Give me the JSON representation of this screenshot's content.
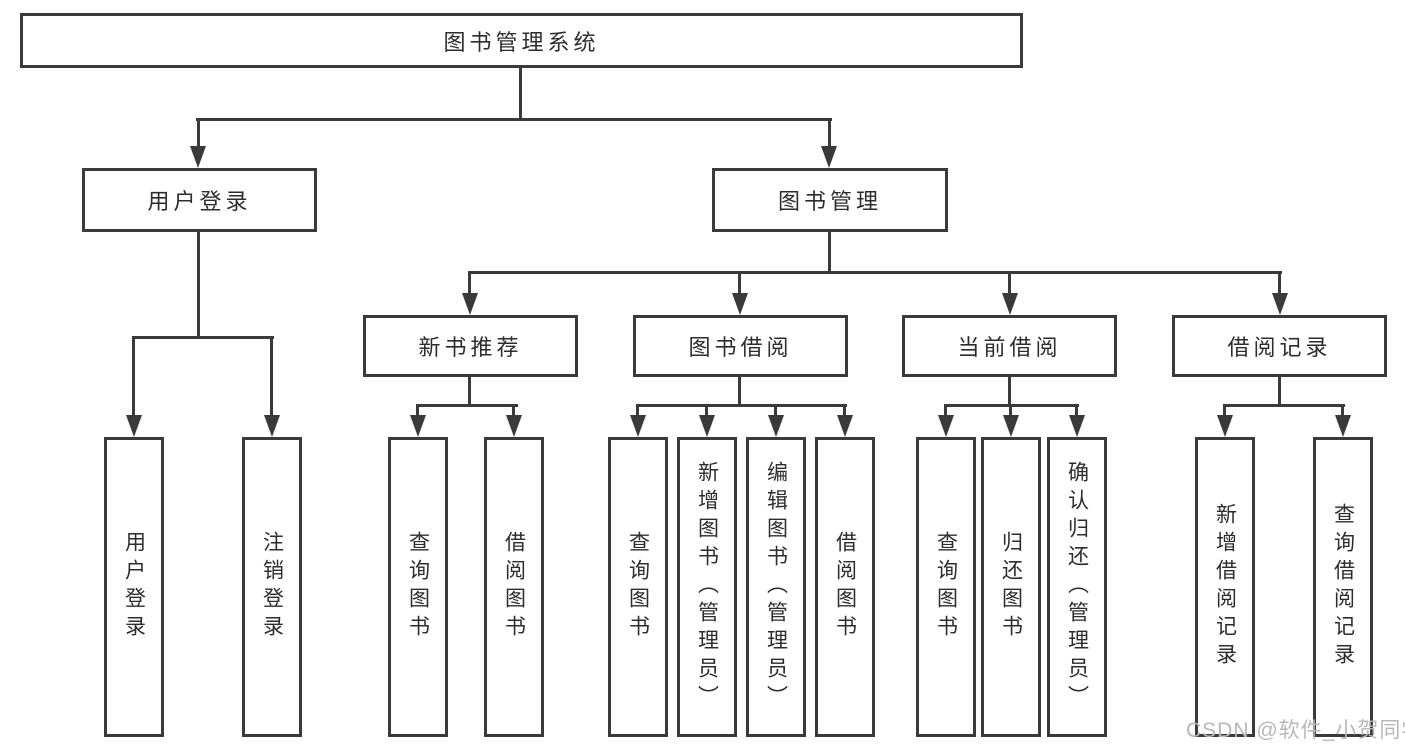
{
  "diagram": {
    "type": "hierarchy-flowchart",
    "background": "#ffffff",
    "line_color": "#3a3a3a",
    "text_color": "#2d2d2d",
    "watermark": {
      "text": "CSDN @软件_小贺同学",
      "color": "#b8b8b8"
    },
    "tree": {
      "root": {
        "label": "图书管理系统"
      },
      "branches": [
        {
          "label": "用户登录",
          "leaves": [
            "用户登录",
            "注销登录"
          ]
        },
        {
          "label": "图书管理",
          "groups": [
            {
              "label": "新书推荐",
              "leaves": [
                "查询图书",
                "借阅图书"
              ]
            },
            {
              "label": "图书借阅",
              "leaves": [
                "查询图书",
                "新增图书（管理员）",
                "编辑图书（管理员）",
                "借阅图书"
              ]
            },
            {
              "label": "当前借阅",
              "leaves": [
                "查询图书",
                "归还图书",
                "确认归还（管理员）"
              ]
            },
            {
              "label": "借阅记录",
              "leaves": [
                "新增借阅记录",
                "查询借阅记录"
              ]
            }
          ]
        }
      ]
    }
  }
}
